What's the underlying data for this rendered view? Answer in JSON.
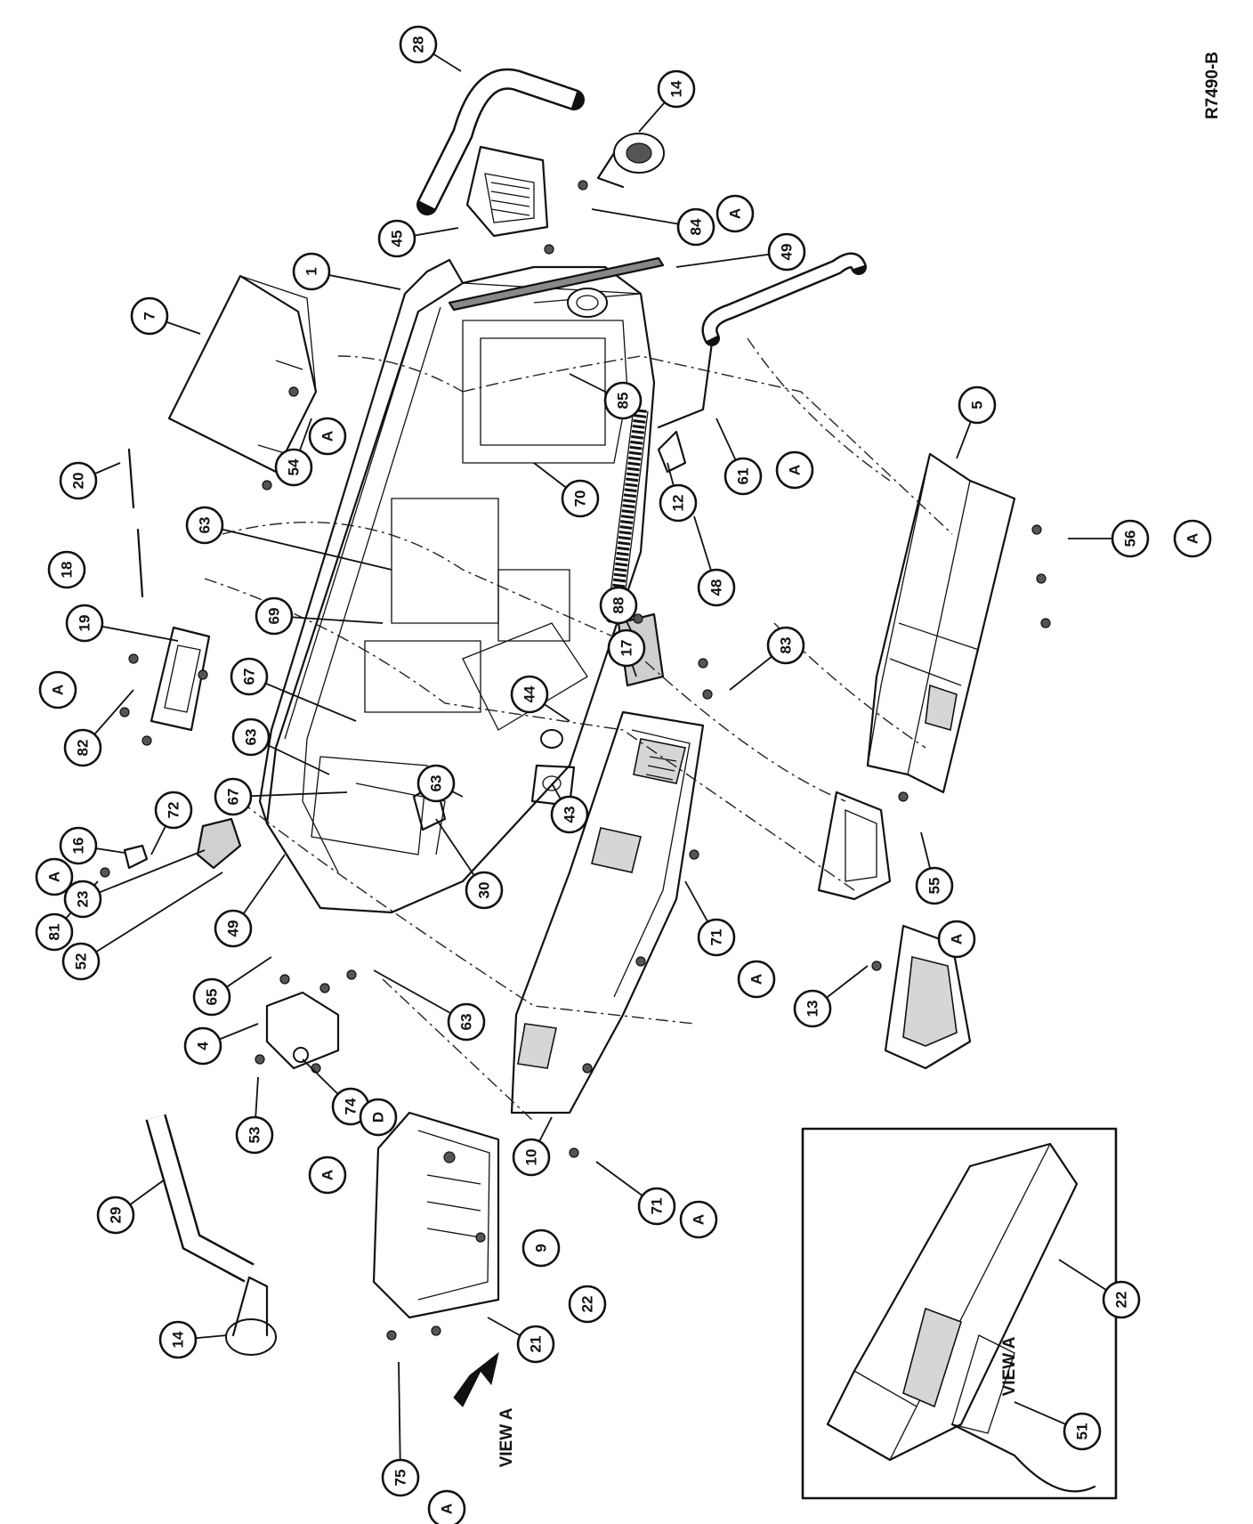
{
  "drawing_id": "R7490-B",
  "view_label": "VIEW A",
  "arrow_label": "VIEW A",
  "callouts": [
    {
      "label": "28"
    },
    {
      "label": "14"
    },
    {
      "label": "84"
    },
    {
      "label": "A"
    },
    {
      "label": "45"
    },
    {
      "label": "49"
    },
    {
      "label": "1"
    },
    {
      "label": "7"
    },
    {
      "label": "85"
    },
    {
      "label": "61"
    },
    {
      "label": "A"
    },
    {
      "label": "5"
    },
    {
      "label": "20"
    },
    {
      "label": "A"
    },
    {
      "label": "54"
    },
    {
      "label": "63"
    },
    {
      "label": "70"
    },
    {
      "label": "12"
    },
    {
      "label": "18"
    },
    {
      "label": "19"
    },
    {
      "label": "69"
    },
    {
      "label": "88"
    },
    {
      "label": "48"
    },
    {
      "label": "56"
    },
    {
      "label": "A"
    },
    {
      "label": "A"
    },
    {
      "label": "82"
    },
    {
      "label": "67"
    },
    {
      "label": "17"
    },
    {
      "label": "83"
    },
    {
      "label": "63"
    },
    {
      "label": "44"
    },
    {
      "label": "72"
    },
    {
      "label": "67"
    },
    {
      "label": "16"
    },
    {
      "label": "81"
    },
    {
      "label": "A"
    },
    {
      "label": "23"
    },
    {
      "label": "63"
    },
    {
      "label": "43"
    },
    {
      "label": "30"
    },
    {
      "label": "55"
    },
    {
      "label": "A"
    },
    {
      "label": "52"
    },
    {
      "label": "49"
    },
    {
      "label": "65"
    },
    {
      "label": "71"
    },
    {
      "label": "A"
    },
    {
      "label": "4"
    },
    {
      "label": "63"
    },
    {
      "label": "74"
    },
    {
      "label": "13"
    },
    {
      "label": "53"
    },
    {
      "label": "D"
    },
    {
      "label": "A"
    },
    {
      "label": "10"
    },
    {
      "label": "71"
    },
    {
      "label": "A"
    },
    {
      "label": "29"
    },
    {
      "label": "9"
    },
    {
      "label": "22"
    },
    {
      "label": "14"
    },
    {
      "label": "21"
    },
    {
      "label": "22"
    },
    {
      "label": "75"
    },
    {
      "label": "A"
    },
    {
      "label": "51"
    }
  ]
}
